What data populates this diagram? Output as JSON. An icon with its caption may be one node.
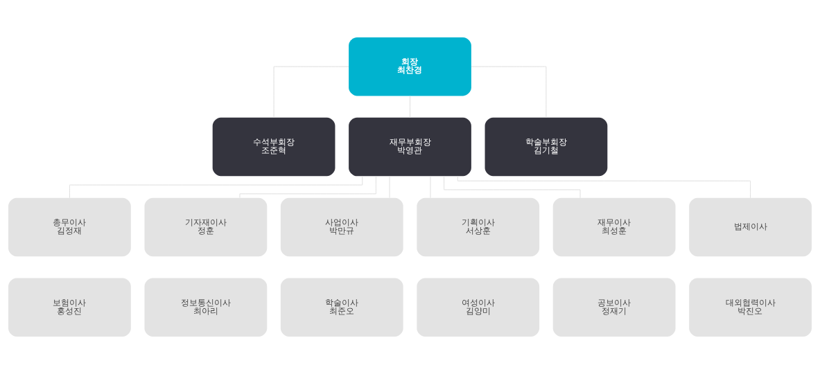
{
  "diagram": {
    "nodes": [
      {
        "text": [
          "회장",
          "최찬경"
        ]
      },
      {
        "text": [
          "수석부회장",
          "조준혁"
        ]
      },
      {
        "text": [
          "재무부회장",
          "박영관"
        ]
      },
      {
        "text": [
          "학술부회장",
          "김기철"
        ]
      },
      {
        "text": [
          "총무이사",
          "김정재"
        ]
      },
      {
        "text": [
          "기자재이사",
          "정훈"
        ]
      },
      {
        "text": [
          "사업이사",
          "박만규"
        ]
      },
      {
        "text": [
          "기획이사",
          "서상훈"
        ]
      },
      {
        "text": [
          "재무이사",
          "최성훈"
        ]
      },
      {
        "text": [
          "법제이사"
        ]
      },
      {
        "text": [
          "보험이사",
          "홍성진"
        ]
      },
      {
        "text": [
          "정보통신이사",
          "최아리"
        ]
      },
      {
        "text": [
          "학술이사",
          "최준오"
        ]
      },
      {
        "text": [
          "여성이사",
          "김양미"
        ]
      },
      {
        "text": [
          "공보이사",
          "정재기"
        ]
      },
      {
        "text": [
          "대외협력이사",
          "박진오"
        ]
      }
    ],
    "edges": [
      {
        "from": 0,
        "to": 1,
        "arrow": "none"
      },
      {
        "from": 0,
        "to": 2,
        "arrow": "none"
      },
      {
        "from": 0,
        "to": 3,
        "arrow": "none"
      },
      {
        "from": 2,
        "to": 4,
        "arrow": "none"
      },
      {
        "from": 2,
        "to": 5,
        "arrow": "none"
      },
      {
        "from": 2,
        "to": 6,
        "arrow": "none"
      },
      {
        "from": 2,
        "to": 7,
        "arrow": "none"
      },
      {
        "from": 2,
        "to": 8,
        "arrow": "none"
      },
      {
        "from": 2,
        "to": 9,
        "arrow": "none"
      }
    ]
  }
}
